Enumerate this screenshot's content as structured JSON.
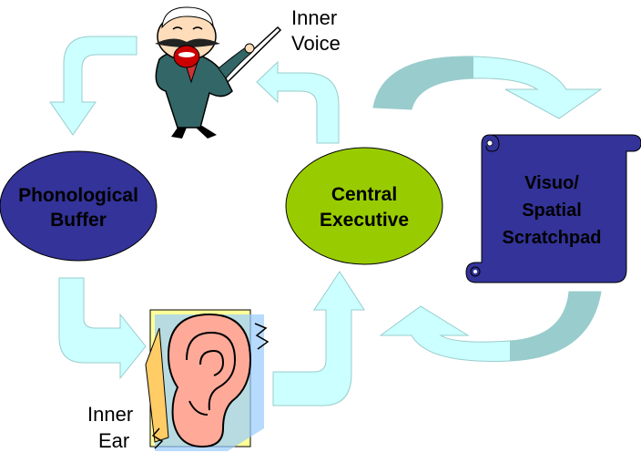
{
  "nodes": {
    "phonological_buffer": {
      "line1": "Phonological",
      "line2": "Buffer",
      "fill": "#333399",
      "text_color": "#ffffff"
    },
    "central_executive": {
      "line1": "Central",
      "line2": "Executive",
      "fill": "#99cc00",
      "text_color": "#000000"
    },
    "scratchpad": {
      "line1": "Visuo/",
      "line2": "Spatial",
      "line3": "Scratchpad",
      "fill": "#333399",
      "text_color": "#000000"
    }
  },
  "labels": {
    "inner_voice_1": "Inner",
    "inner_voice_2": "Voice",
    "inner_ear_1": "Inner",
    "inner_ear_2": "Ear"
  },
  "colors": {
    "arrow_light": "#ccffff",
    "arrow_teal": "#99cccc",
    "arrow_outline": "#99cccc"
  },
  "icons": [
    "singing-man-clipart",
    "ear-clipart"
  ]
}
